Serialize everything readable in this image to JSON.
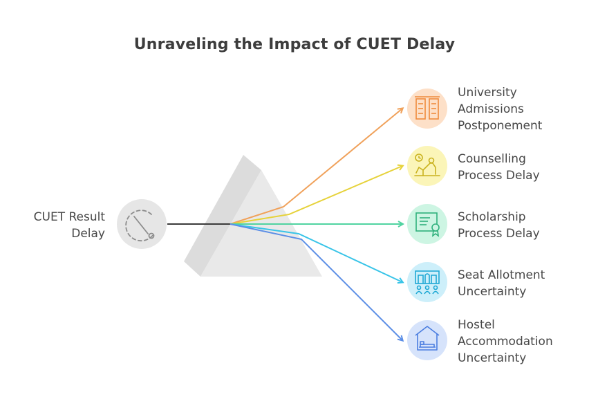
{
  "title": "Unraveling the Impact of CUET Delay",
  "source": {
    "label_lines": [
      "CUET Result",
      "Delay"
    ],
    "icon": "timer-icon"
  },
  "outputs": [
    {
      "label_lines": [
        "University",
        "Admissions",
        "Postponement"
      ],
      "icon": "building-icon",
      "color": "#f0a15a",
      "bg": "#fde0c8"
    },
    {
      "label_lines": [
        "Counselling",
        "Process Delay"
      ],
      "icon": "counselling-icon",
      "color": "#e6d23a",
      "bg": "#fbf5b8"
    },
    {
      "label_lines": [
        "Scholarship",
        "Process Delay"
      ],
      "icon": "certificate-icon",
      "color": "#4fd3a0",
      "bg": "#cdf5e3"
    },
    {
      "label_lines": [
        "Seat Allotment",
        "Uncertainty"
      ],
      "icon": "seats-icon",
      "color": "#38c4e8",
      "bg": "#cdeffa"
    },
    {
      "label_lines": [
        "Hostel",
        "Accommodation",
        "Uncertainty"
      ],
      "icon": "hostel-icon",
      "color": "#5b8ee6",
      "bg": "#d6e3fb"
    }
  ]
}
